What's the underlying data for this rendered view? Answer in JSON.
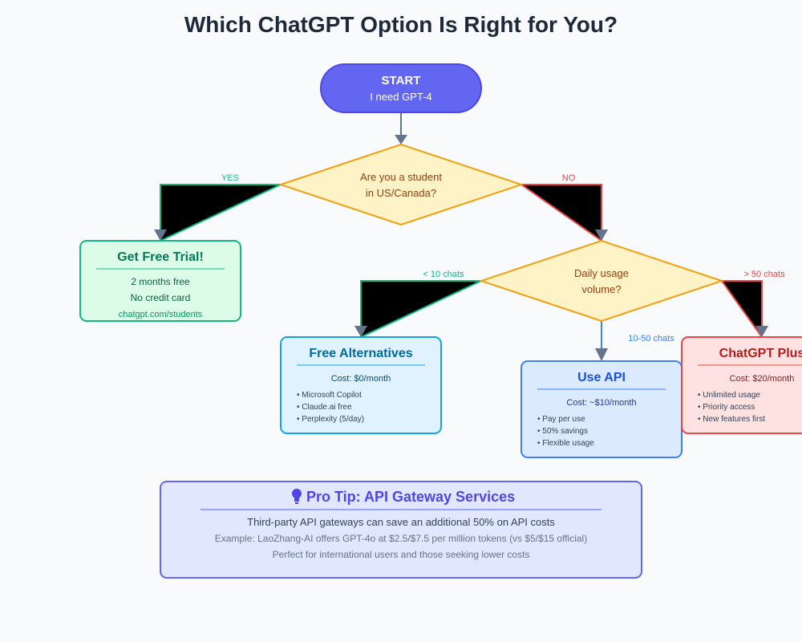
{
  "title": "Which ChatGPT Option Is Right for You?",
  "start": {
    "title": "START",
    "subtitle": "I need GPT-4"
  },
  "decisions": {
    "student": {
      "line1": "Are you a student",
      "line2": "in US/Canada?"
    },
    "usage": {
      "line1": "Daily usage",
      "line2": "volume?"
    }
  },
  "edges": {
    "yes": "YES",
    "no": "NO",
    "low": "< 10 chats",
    "mid": "10-50 chats",
    "high": "> 50 chats"
  },
  "outcomes": {
    "trial": {
      "title": "Get Free Trial!",
      "line1": "2 months free",
      "line2": "No credit card",
      "line3": "chatgpt.com/students"
    },
    "alternatives": {
      "title": "Free Alternatives",
      "cost": "Cost: $0/month",
      "items": [
        "• Microsoft Copilot",
        "• Claude.ai free",
        "• Perplexity (5/day)"
      ]
    },
    "api": {
      "title": "Use API",
      "cost": "Cost: ~$10/month",
      "items": [
        "• Pay per use",
        "• 50% savings",
        "• Flexible usage"
      ]
    },
    "plus": {
      "title": "ChatGPT Plus",
      "cost": "Cost: $20/month",
      "items": [
        "• Unlimited usage",
        "• Priority access",
        "• New features first"
      ]
    }
  },
  "tip": {
    "icon": "lightbulb-icon",
    "title": "Pro Tip: API Gateway Services",
    "line1": "Third-party API gateways can save an additional 50% on API costs",
    "line2": "Example: LaoZhang-AI offers GPT-4o at $2.5/$7.5 per million tokens (vs $5/$15 official)",
    "line3": "Perfect for international users and those seeking lower costs"
  },
  "colors": {
    "start": "#6366f1",
    "decision": "#fef3c7",
    "decision_border": "#f59e0b",
    "green": "#10b981",
    "blue": "#3b82f6",
    "sky": "#0ea5e9",
    "red": "#ef4444",
    "arrow": "#64748b"
  }
}
